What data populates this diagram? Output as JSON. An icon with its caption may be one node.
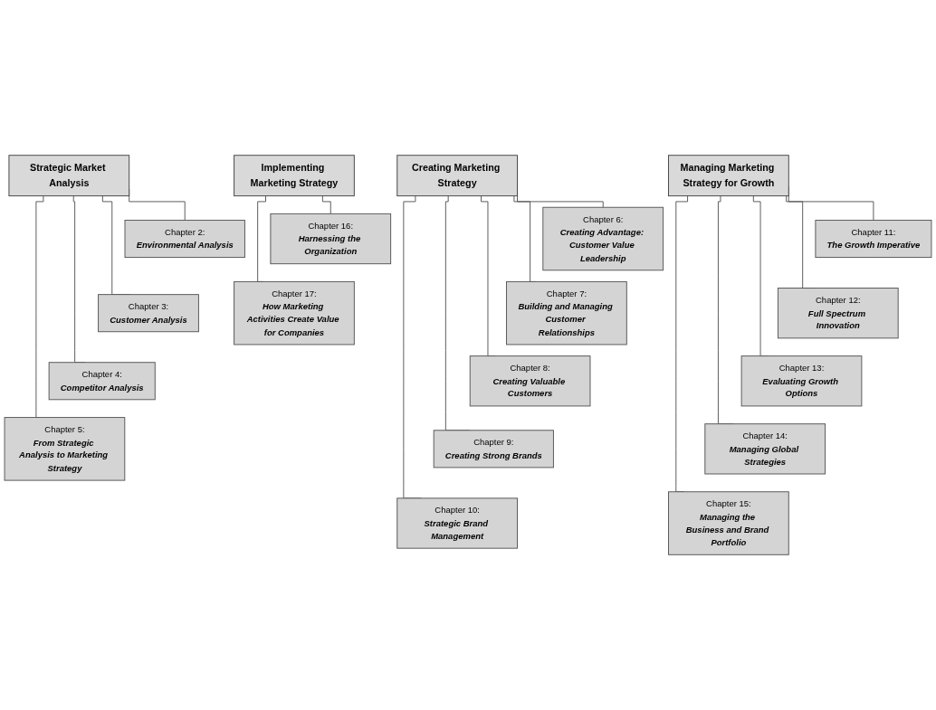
{
  "diagram": {
    "nodes": [
      {
        "text": [
          "Strategic Market Analysis"
        ]
      },
      {
        "text": [
          "Chapter 2:",
          "Environmental Analysis"
        ]
      },
      {
        "text": [
          "Chapter 3:",
          "Customer Analysis"
        ]
      },
      {
        "text": [
          "Chapter 4:",
          "Competitor Analysis"
        ]
      },
      {
        "text": [
          "Chapter 5:",
          "From Strategic Analysis to Marketing Strategy"
        ]
      },
      {
        "text": [
          "Creating Marketing Strategy"
        ]
      },
      {
        "text": [
          "Chapter 6:",
          "Creating Advantage: Customer Value Leadership"
        ]
      },
      {
        "text": [
          "Chapter 7:",
          "Building and Managing Customer Relationships"
        ]
      },
      {
        "text": [
          "Chapter 8:",
          "Creating Valuable Customers"
        ]
      },
      {
        "text": [
          "Chapter 9:",
          "Creating Strong Brands"
        ]
      },
      {
        "text": [
          "Chapter 10:",
          "Strategic Brand Management"
        ]
      },
      {
        "text": [
          "Managing Marketing Strategy for Growth"
        ]
      },
      {
        "text": [
          "Chapter 11:",
          "The Growth Imperative"
        ]
      },
      {
        "text": [
          "Chapter 12:",
          "Full Spectrum Innovation"
        ]
      },
      {
        "text": [
          "Chapter 13:",
          "Evaluating Growth Options"
        ]
      },
      {
        "text": [
          "Chapter 14:",
          "Managing Global Strategies"
        ]
      },
      {
        "text": [
          "Chapter 15:",
          "Managing the Business and Brand Portfolio"
        ]
      },
      {
        "text": [
          "Implementing Marketing Strategy"
        ]
      },
      {
        "text": [
          "Chapter 16:",
          "Harnessing the Organization"
        ]
      },
      {
        "text": [
          "Chapter 17:",
          "How Marketing Activities Create Value for Companies"
        ]
      }
    ],
    "edges": [
      {
        "from": 0,
        "to": 1,
        "arrow": "none"
      },
      {
        "from": 0,
        "to": 2,
        "arrow": "none"
      },
      {
        "from": 0,
        "to": 3,
        "arrow": "none"
      },
      {
        "from": 0,
        "to": 4,
        "arrow": "none"
      },
      {
        "from": 5,
        "to": 6,
        "arrow": "none"
      },
      {
        "from": 5,
        "to": 7,
        "arrow": "none"
      },
      {
        "from": 5,
        "to": 8,
        "arrow": "none"
      },
      {
        "from": 5,
        "to": 9,
        "arrow": "none"
      },
      {
        "from": 5,
        "to": 10,
        "arrow": "none"
      },
      {
        "from": 11,
        "to": 12,
        "arrow": "none"
      },
      {
        "from": 11,
        "to": 13,
        "arrow": "none"
      },
      {
        "from": 11,
        "to": 14,
        "arrow": "none"
      },
      {
        "from": 11,
        "to": 15,
        "arrow": "none"
      },
      {
        "from": 11,
        "to": 16,
        "arrow": "none"
      },
      {
        "from": 17,
        "to": 18,
        "arrow": "none"
      },
      {
        "from": 17,
        "to": 19,
        "arrow": "none"
      }
    ]
  }
}
